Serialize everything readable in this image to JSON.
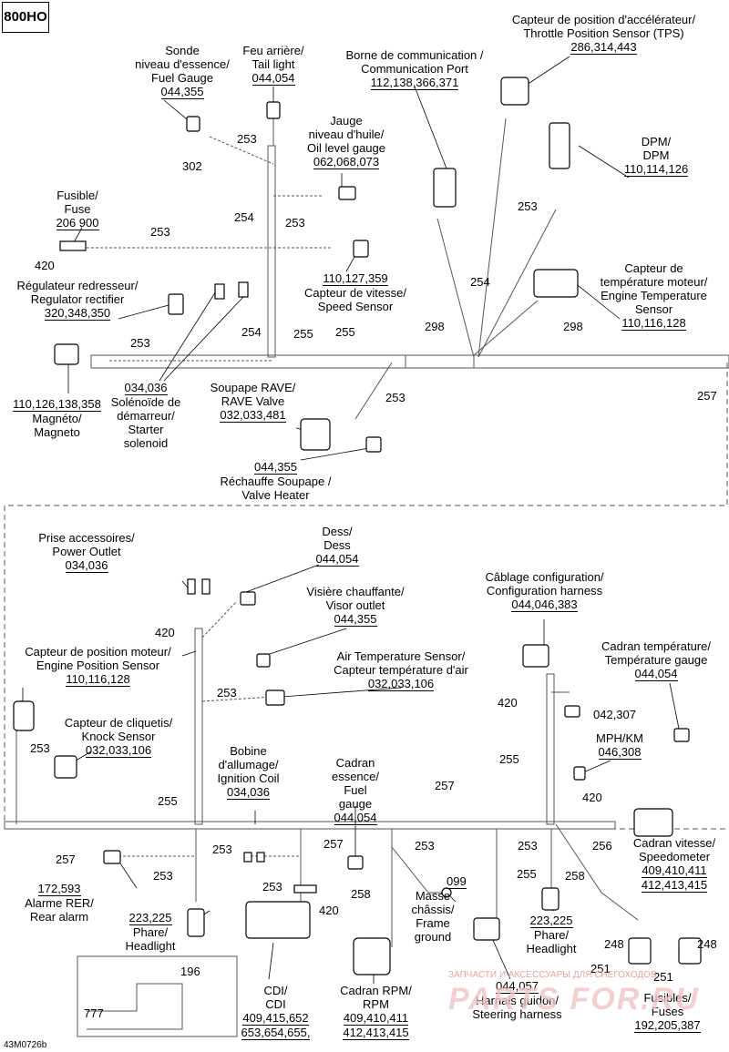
{
  "model": "800HO",
  "drawing_code": "43M0726b",
  "watermark": "ЗАПЧАСТИ И АКСЕССУАРЫ ДЛЯ СНЕГОХОДОВ",
  "top": {
    "fuel_gauge": {
      "l1": "Sonde",
      "l2": "niveau d'essence/",
      "l3": "Fuel Gauge",
      "ref": "044,355"
    },
    "tail_light": {
      "l1": "Feu arrière/",
      "l2": "Tail light",
      "ref": "044,054"
    },
    "comm_port": {
      "l1": "Borne de communication /",
      "l2": "Communication Port",
      "ref": "112,138,366,371"
    },
    "tps": {
      "l1": "Capteur de position d'accélérateur/",
      "l2": "Throttle Position Sensor (TPS)",
      "ref": "286,314,443"
    },
    "oil_gauge": {
      "l1": "Jauge",
      "l2": "niveau d'huile/",
      "l3": "Oil level gauge",
      "ref": "062,068,073"
    },
    "dpm": {
      "l1": "DPM/",
      "l2": "DPM",
      "ref": "110,114,126"
    },
    "fuse": {
      "l1": "Fusible/",
      "l2": "Fuse",
      "ref": "206 900"
    },
    "engine_temp": {
      "l1": "Capteur de",
      "l2": "température moteur/",
      "l3": "Engine Temperature",
      "l4": "Sensor",
      "ref": "110,116,128"
    },
    "speed_sensor": {
      "ref": "110,127,359",
      "l1": "Capteur de vitesse/",
      "l2": "Speed Sensor"
    },
    "regulator": {
      "l1": "Régulateur redresseur/",
      "l2": "Regulator rectifier",
      "ref": "320,348,350"
    },
    "magneto": {
      "ref": "110,126,138,358",
      "l1": "Magnéto/",
      "l2": "Magneto"
    },
    "starter": {
      "ref": "034,036",
      "l1": "Solénoïde de",
      "l2": "démarreur/",
      "l3": "Starter",
      "l4": "solenoid"
    },
    "rave": {
      "l1": "Soupape RAVE/",
      "l2": "RAVE Valve",
      "ref": "032,033,481"
    },
    "valve_heater": {
      "ref": "044,355",
      "l1": "Réchauffe Soupape /",
      "l2": "Valve Heater"
    }
  },
  "bottom": {
    "power_outlet": {
      "l1": "Prise accessoires/",
      "l2": "Power Outlet",
      "ref": "034,036"
    },
    "dess": {
      "l1": "Dess/",
      "l2": "Dess",
      "ref": "044,054"
    },
    "config_harness": {
      "l1": "Câblage configuration/",
      "l2": "Configuration harness",
      "ref": "044,046,383"
    },
    "visor": {
      "l1": "Visière chauffante/",
      "l2": "Visor outlet",
      "ref": "044,355"
    },
    "temp_gauge": {
      "l1": "Cadran température/",
      "l2": "Température gauge",
      "ref": "044,054"
    },
    "engine_pos": {
      "l1": "Capteur de position moteur/",
      "l2": "Engine Position Sensor",
      "ref": "110,116,128"
    },
    "air_temp": {
      "l1": "Air Temperature Sensor/",
      "l2": "Capteur température d'air",
      "ref": "032,033,106"
    },
    "knock": {
      "l1": "Capteur de cliquetis/",
      "l2": "Knock Sensor",
      "ref": "032,033,106"
    },
    "ignition": {
      "l1": "Bobine",
      "l2": "d'allumage/",
      "l3": "Ignition Coil",
      "ref": "034,036"
    },
    "fuel_dial": {
      "l1": "Cadran",
      "l2": "essence/",
      "l3": "Fuel",
      "l4": "gauge",
      "ref": "044,054"
    },
    "mph": {
      "l1": "MPH/KM",
      "ref": "046,308"
    },
    "ref_042": "042,307",
    "speedometer": {
      "l1": "Cadran vitesse/",
      "l2": "Speedometer",
      "ref1": "409,410,411",
      "ref2": "412,413,415"
    },
    "rear_alarm": {
      "ref": "172,593",
      "l1": "Alarme RER/",
      "l2": "Rear alarm"
    },
    "headlight_left": {
      "ref": "223,225",
      "l1": "Phare/",
      "l2": "Headlight"
    },
    "headlight_right": {
      "ref": "223,225",
      "l1": "Phare/",
      "l2": "Headlight"
    },
    "frame_ground": {
      "ref": "099",
      "l1": "Masse",
      "l2": "châssis/",
      "l3": "Frame",
      "l4": "ground"
    },
    "cdi": {
      "l1": "CDI/",
      "l2": "CDI",
      "ref1": "409,415,652",
      "ref2": "653,654,655,"
    },
    "rpm": {
      "l1": "Cadran RPM/",
      "l2": "RPM",
      "ref1": "409,410,411",
      "ref2": "412,413,415"
    },
    "steering": {
      "ref": "044,057",
      "l1": "Harnais guidon/",
      "l2": "Steering harness"
    },
    "fuses": {
      "l1": "Fusibles/",
      "l2": "Fuses",
      "ref": "192,205,387"
    }
  },
  "callouts": {
    "c302": "302",
    "c253": "253",
    "c254": "254",
    "c255": "255",
    "c298": "298",
    "c257": "257",
    "c420": "420",
    "c256": "256",
    "c258": "258",
    "c248": "248",
    "c251": "251",
    "c196": "196",
    "c777": "777"
  }
}
